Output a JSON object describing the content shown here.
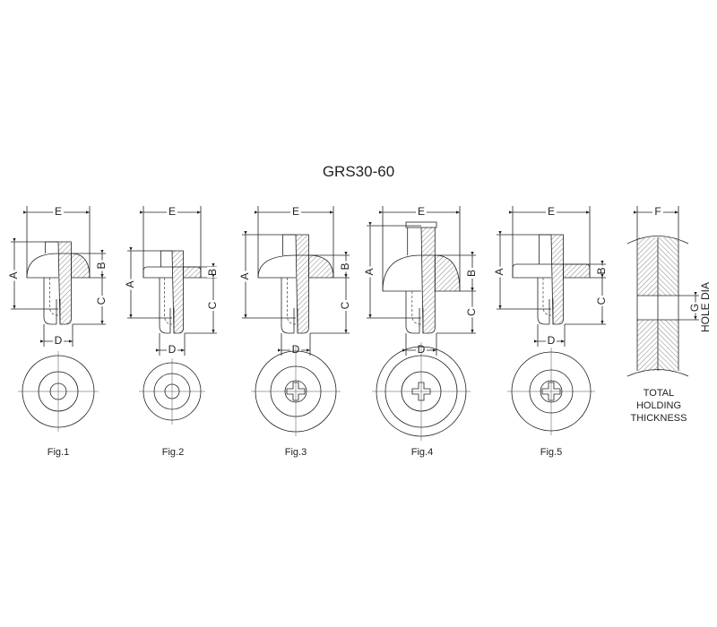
{
  "title": "GRS30-60",
  "dimension_letters": {
    "A": "A",
    "B": "B",
    "C": "C",
    "D": "D",
    "E": "E",
    "F": "F",
    "G": "G"
  },
  "hole_label": "HOLE DIA",
  "figures": [
    {
      "label": "Fig.1"
    },
    {
      "label": "Fig.2"
    },
    {
      "label": "Fig.3"
    },
    {
      "label": "Fig.4"
    },
    {
      "label": "Fig.5"
    }
  ],
  "note": {
    "line1": "TOTAL",
    "line2": "HOLDING",
    "line3": "THICKNESS"
  }
}
